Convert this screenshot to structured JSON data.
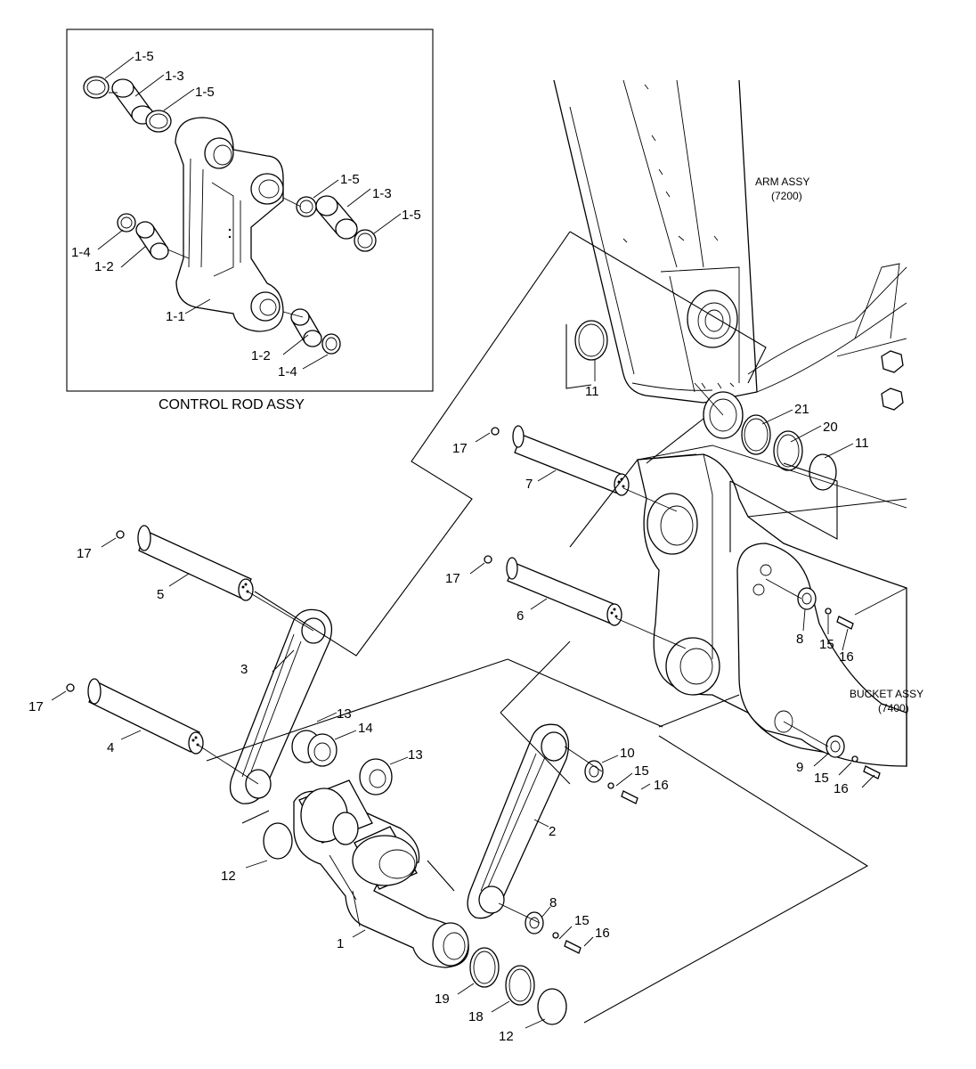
{
  "inset": {
    "title": "CONTROL ROD ASSY",
    "labels": [
      "1-5",
      "1-3",
      "1-5",
      "1-5",
      "1-3",
      "1-5",
      "1-4",
      "1-2",
      "1-1",
      "1-2",
      "1-4"
    ]
  },
  "assemblies": {
    "arm": [
      "ARM ASSY",
      "(7200)"
    ],
    "bucket": [
      "BUCKET ASSY",
      "(7400)"
    ]
  },
  "callouts": [
    "11",
    "21",
    "20",
    "11",
    "17",
    "7",
    "17",
    "5",
    "17",
    "6",
    "8",
    "15",
    "16",
    "3",
    "17",
    "4",
    "13",
    "14",
    "13",
    "10",
    "15",
    "16",
    "9",
    "15",
    "16",
    "2",
    "12",
    "8",
    "15",
    "16",
    "1",
    "19",
    "18",
    "12"
  ]
}
